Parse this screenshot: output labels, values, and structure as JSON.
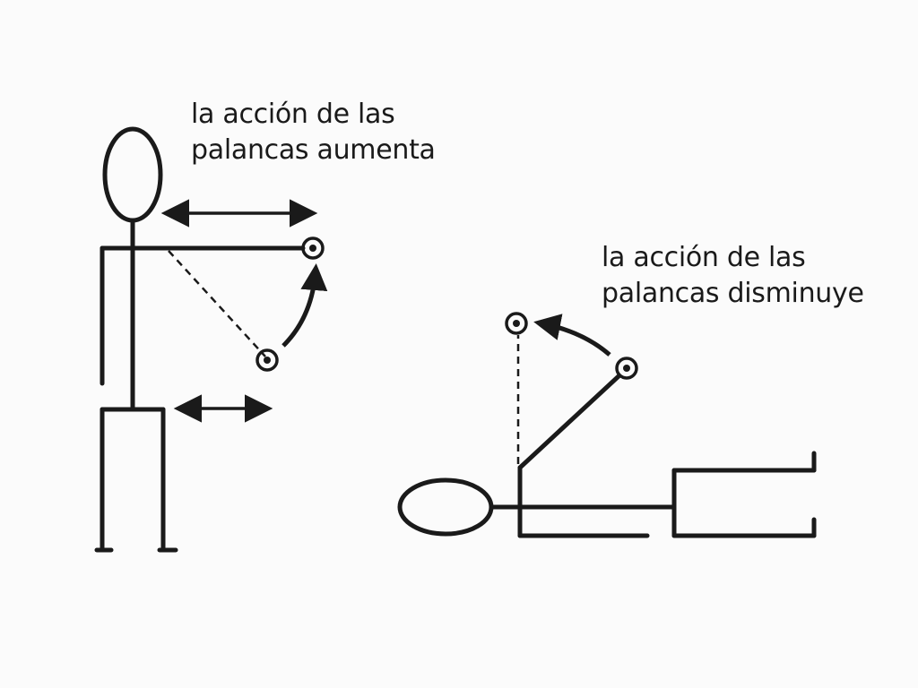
{
  "captions": {
    "left": [
      "la  acción de las",
      "palancas aumenta"
    ],
    "right": [
      "la acción de las",
      "palancas disminuye"
    ]
  },
  "colors": {
    "ink": "#1a1a1a",
    "paper": "#fbfbfb",
    "bleed": "#d9d9d9"
  }
}
